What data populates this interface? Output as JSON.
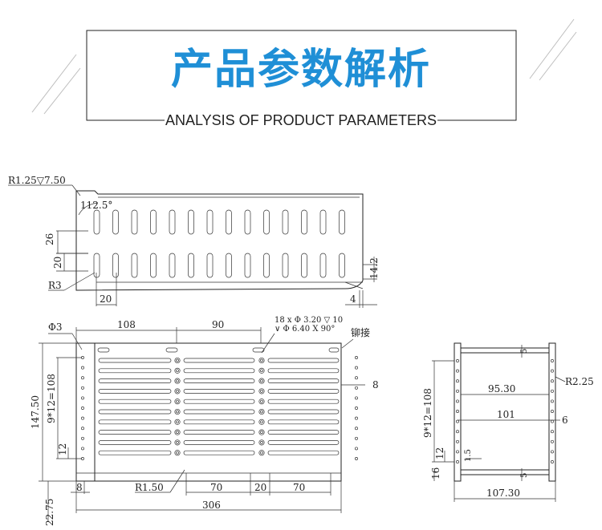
{
  "header": {
    "title_cn": "产品参数解析",
    "title_en": "ANALYSIS OF PRODUCT PARAMETERS",
    "accent_color": "#1f8fd6"
  },
  "side_view": {
    "labels": {
      "r125": "R1.25",
      "depth_symbol": "▽",
      "depth": "7.50",
      "angle": "112.5°",
      "d26": "26",
      "d20v": "20",
      "r3": "R3",
      "d20h": "20",
      "d14_2": "14.2",
      "d4": "4"
    }
  },
  "plan_view": {
    "labels": {
      "phi3": "Φ3",
      "d108": "108",
      "d90": "90",
      "holes": "18 x Φ 3.20 ▽ 10",
      "csk": "∨ Φ 6.40 X 90°",
      "rivet": "铆接",
      "d8r": "8",
      "d147_5": "147.50",
      "d9x12": "9*12=108",
      "d12": "12",
      "d8b": "8",
      "r1_5": "R1.50",
      "d70a": "70",
      "d20": "20",
      "d70b": "70",
      "d306": "306",
      "d22_75": "22.75"
    }
  },
  "end_view": {
    "labels": {
      "d5": "5",
      "r2_25": "R2.25",
      "d95_3": "95.30",
      "d101": "101",
      "d6": "6",
      "d9x12": "9*12=108",
      "d12": "12",
      "d1_5": "1.5",
      "d16": "16",
      "d5b": "5",
      "d107_3": "107.30"
    }
  }
}
